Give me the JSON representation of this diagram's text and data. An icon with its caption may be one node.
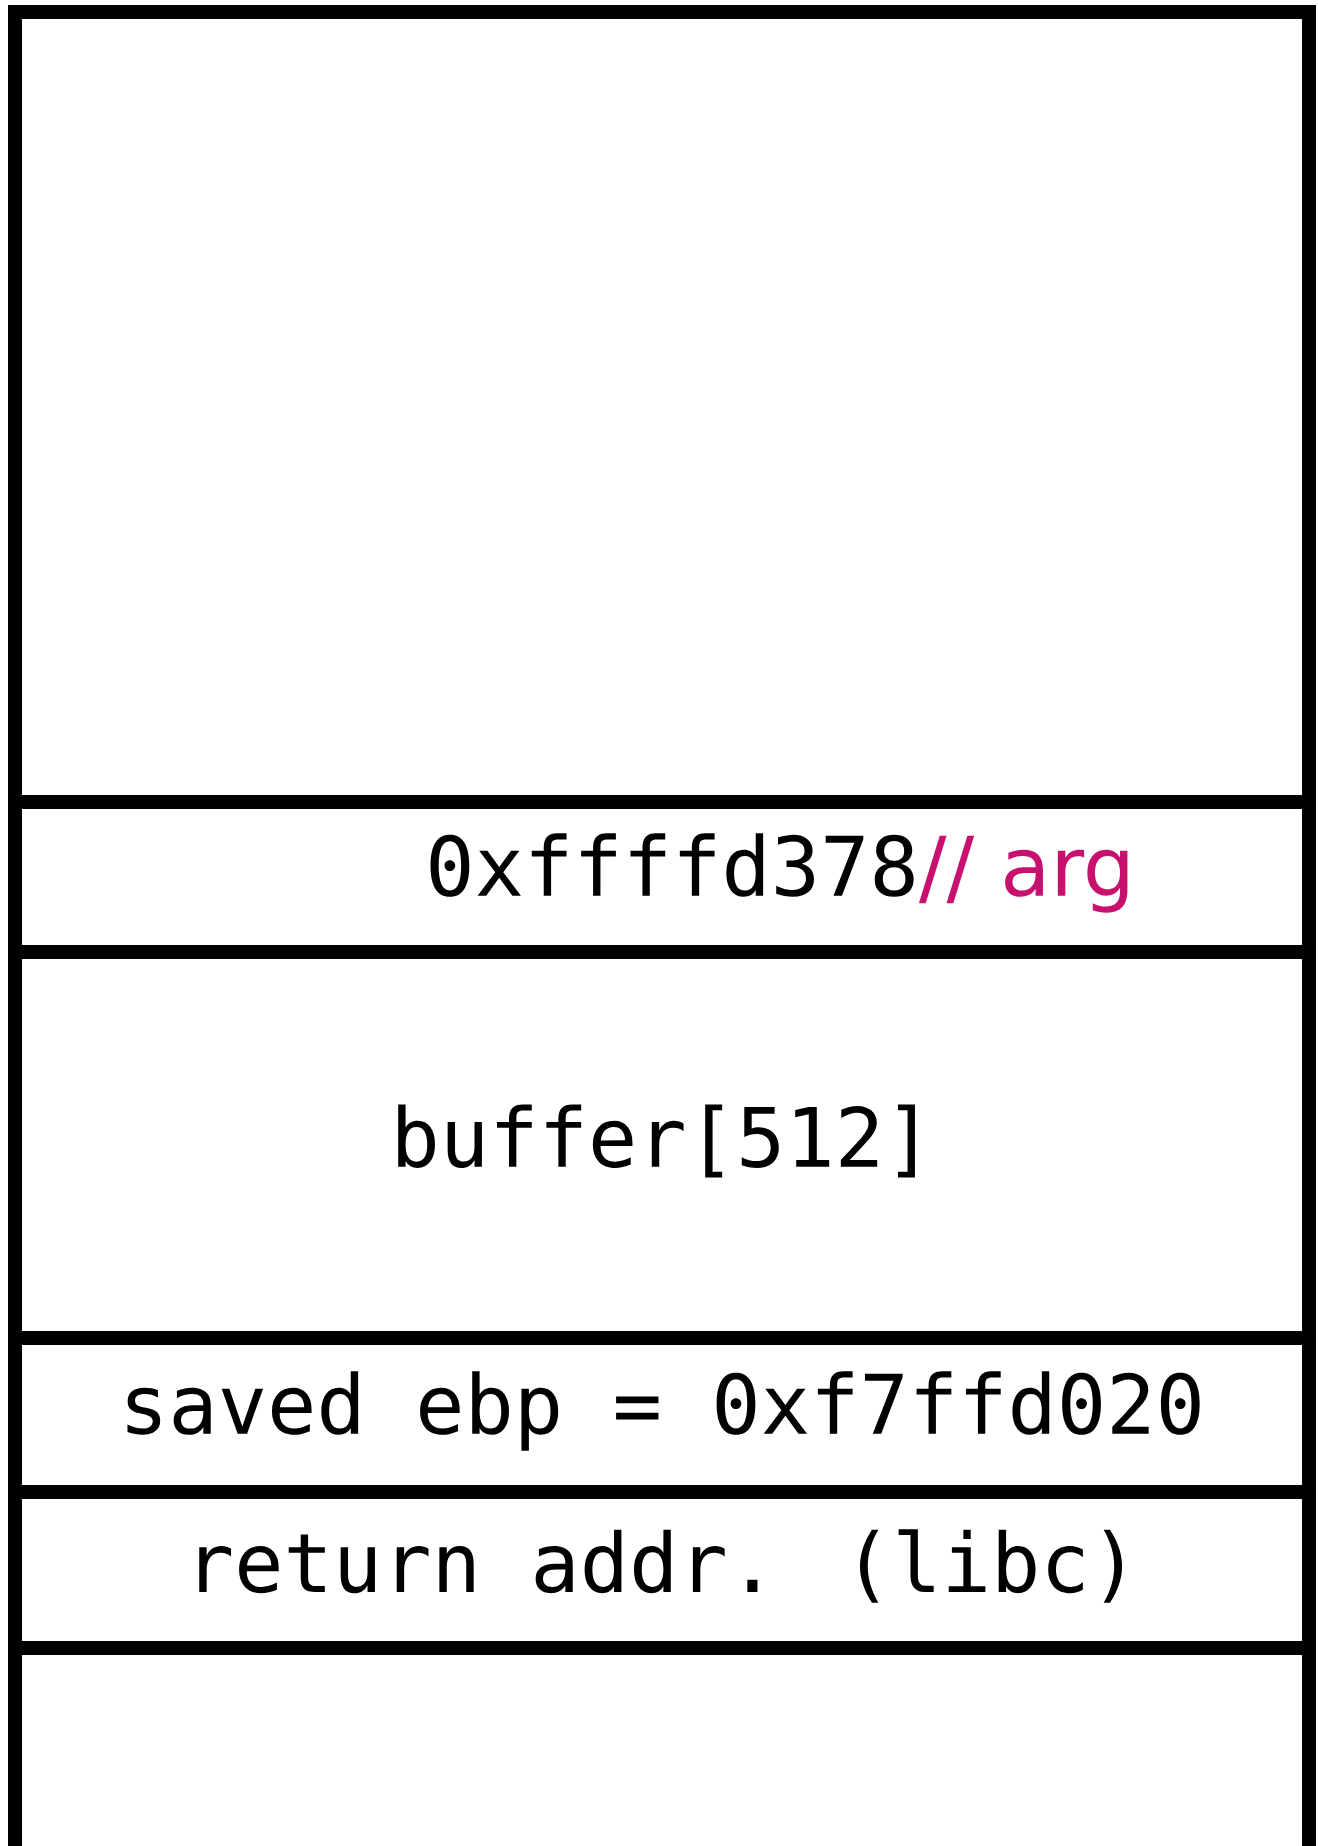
{
  "diagram": {
    "nodes": [
      {
        "text": [],
        "shape": "box"
      },
      {
        "text": [
          "0xffffd378",
          "// arg"
        ]
      },
      {
        "text": [
          "buffer[512]"
        ]
      },
      {
        "text": [
          "saved ebp = 0xf7ffd020"
        ]
      },
      {
        "text": [
          "return addr. (libc)"
        ]
      },
      {
        "text": [],
        "shape": "box"
      }
    ]
  }
}
